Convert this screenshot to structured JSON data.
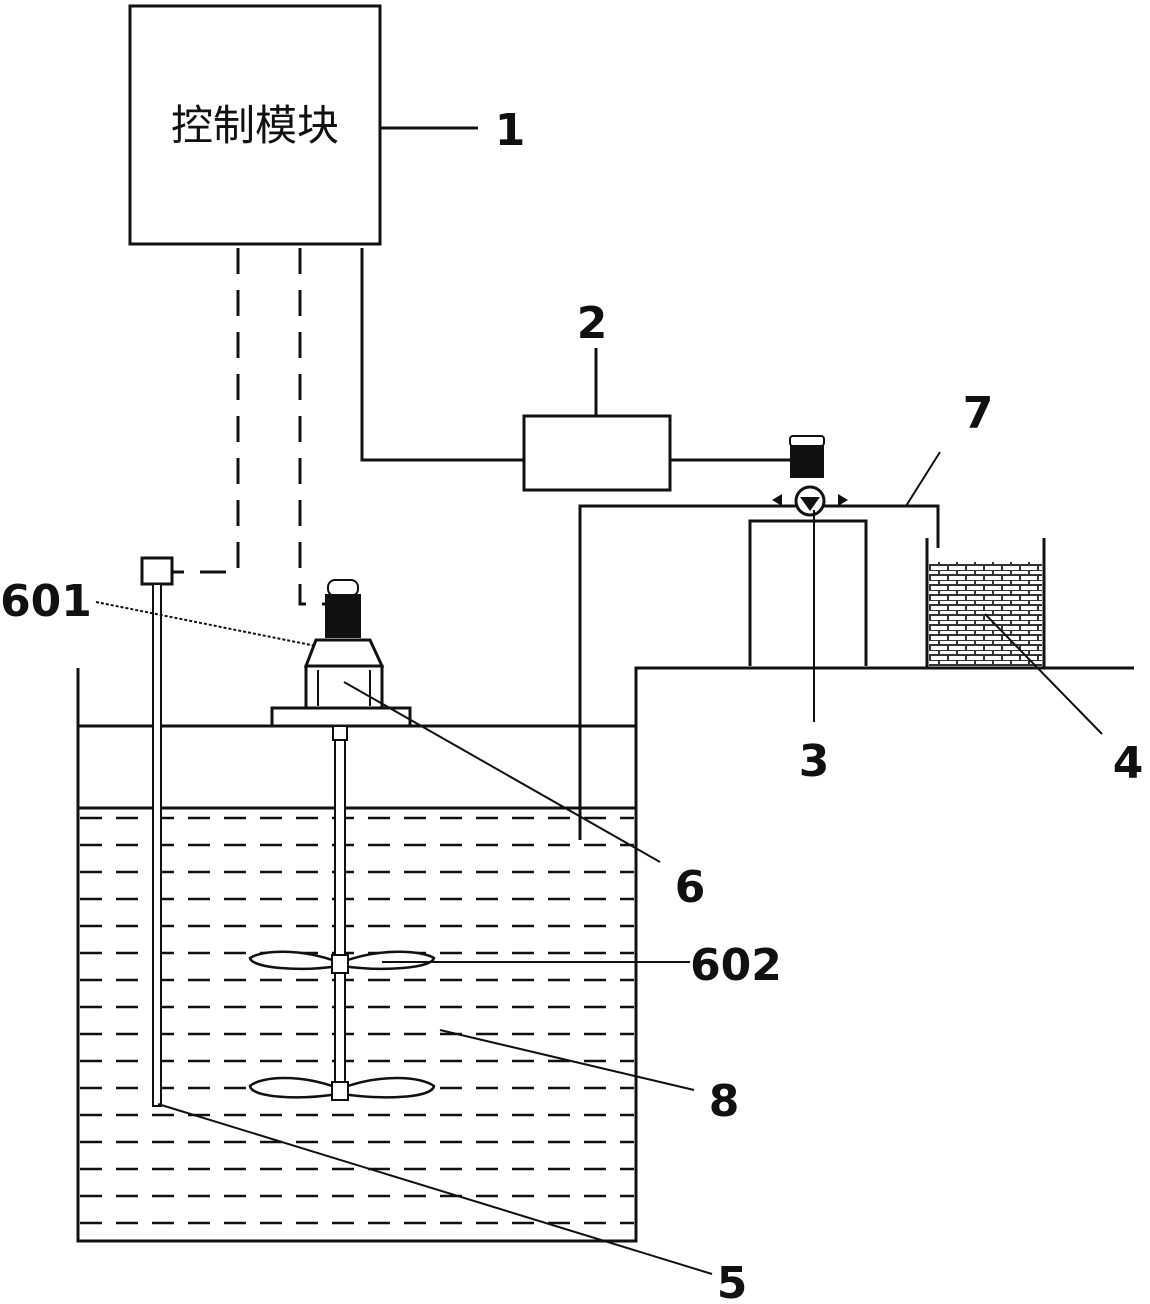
{
  "control_module": {
    "text": "控制模块"
  },
  "labels": {
    "l1": "1",
    "l2": "2",
    "l3": "3",
    "l4": "4",
    "l5": "5",
    "l6": "6",
    "l7": "7",
    "l8": "8",
    "l601": "601",
    "l602": "602"
  }
}
